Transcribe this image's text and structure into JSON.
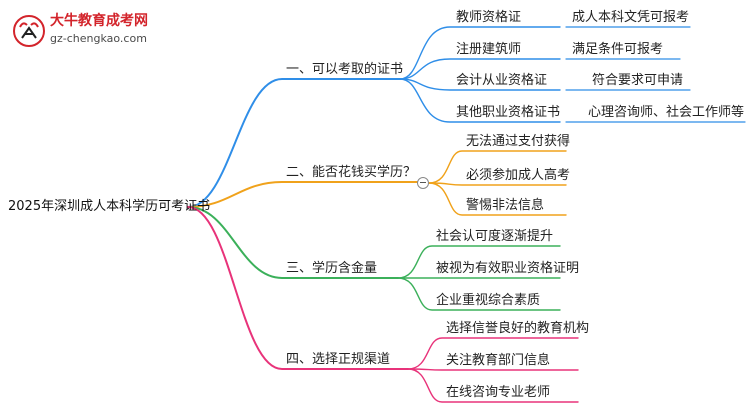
{
  "logo": {
    "title": "大牛教育成考网",
    "url": "gz-chengkao.com"
  },
  "root": "2025年深圳成人本科学历可考证书",
  "colors": {
    "branch1": "#2f8ee8",
    "branch2": "#f0a21b",
    "branch3": "#3bb05a",
    "branch4": "#e8337a"
  },
  "branches": [
    {
      "label": "一、可以考取的证书",
      "children": [
        {
          "label": "教师资格证",
          "note": "成人本科文凭可报考"
        },
        {
          "label": "注册建筑师",
          "note": "满足条件可报考"
        },
        {
          "label": "会计从业资格证",
          "note": "符合要求可申请"
        },
        {
          "label": "其他职业资格证书",
          "note": "心理咨询师、社会工作师等"
        }
      ]
    },
    {
      "label": "二、能否花钱买学历？",
      "children": [
        {
          "label": "无法通过支付获得"
        },
        {
          "label": "必须参加成人高考"
        },
        {
          "label": "警惕非法信息"
        }
      ]
    },
    {
      "label": "三、学历含金量",
      "children": [
        {
          "label": "社会认可度逐渐提升"
        },
        {
          "label": "被视为有效职业资格证明"
        },
        {
          "label": "企业重视综合素质"
        }
      ]
    },
    {
      "label": "四、选择正规渠道",
      "children": [
        {
          "label": "选择信誉良好的教育机构"
        },
        {
          "label": "关注教育部门信息"
        },
        {
          "label": "在线咨询专业老师"
        }
      ]
    }
  ]
}
